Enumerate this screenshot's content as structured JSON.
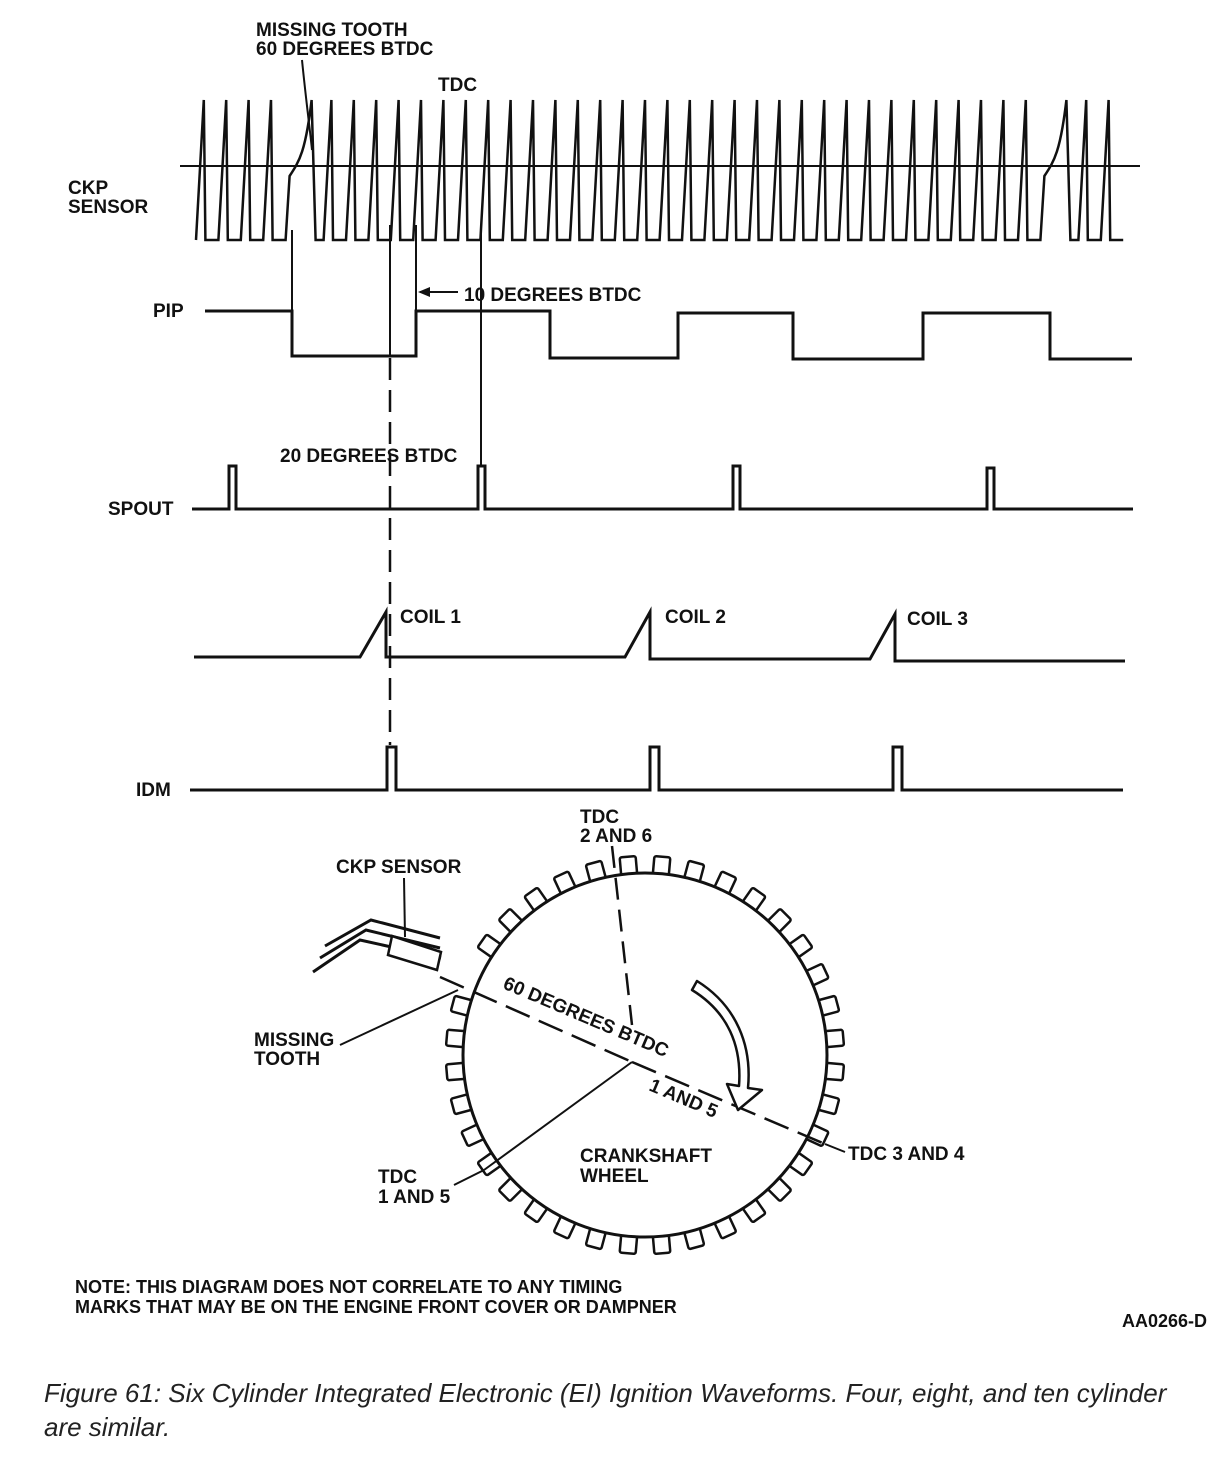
{
  "labels": {
    "missing_tooth_top_1": "MISSING TOOTH",
    "missing_tooth_top_2": "60 DEGREES BTDC",
    "tdc_top": "TDC",
    "ckp_sensor_1": "CKP",
    "ckp_sensor_2": "SENSOR",
    "pip": "PIP",
    "ten_degrees": "10 DEGREES BTDC",
    "twenty_degrees": "20 DEGREES BTDC",
    "spout": "SPOUT",
    "coil_1": "COIL 1",
    "coil_2": "COIL 2",
    "coil_3": "COIL 3",
    "idm": "IDM",
    "tdc_2_6_1": "TDC",
    "tdc_2_6_2": "2 AND 6",
    "ckp_sensor_wheel": "CKP SENSOR",
    "missing_tooth_wheel_1": "MISSING",
    "missing_tooth_wheel_2": "TOOTH",
    "sixty_degrees_wheel": "60 DEGREES BTDC",
    "one_and_five_wheel": "1 AND 5",
    "crankshaft_1": "CRANKSHAFT",
    "crankshaft_2": "WHEEL",
    "tdc_3_4": "TDC 3 AND 4",
    "tdc_1_5_1": "TDC",
    "tdc_1_5_2": "1 AND 5",
    "note_1": "NOTE: THIS DIAGRAM DOES NOT CORRELATE TO ANY TIMING",
    "note_2": "MARKS THAT MAY BE ON THE ENGINE FRONT COVER OR DAMPNER",
    "code": "AA0266-D"
  },
  "caption": "Figure 61: Six Cylinder Integrated Electronic (EI) Ignition Waveforms. Four, eight, and ten cylinder are similar."
}
